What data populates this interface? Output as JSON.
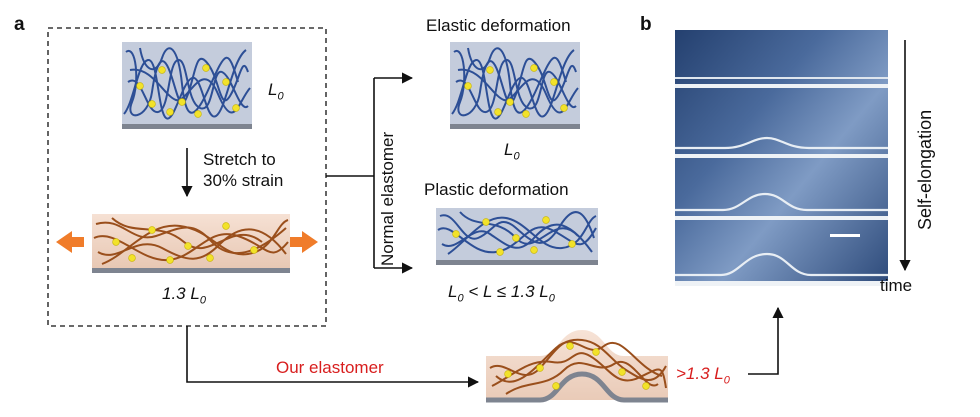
{
  "panel_a": {
    "letter": "a",
    "l0_label": "L",
    "l0_sub": "0",
    "stretch_line1": "Stretch to",
    "stretch_line2": "30% strain",
    "stretched_label": "1.3 L",
    "stretched_sub": "0",
    "branch_label": "Normal elastomer",
    "elastic_title": "Elastic deformation",
    "elastic_l0": "L",
    "elastic_l0_sub": "0",
    "plastic_title": "Plastic deformation",
    "plastic_range_a": "L",
    "plastic_range_a_sub": "0",
    "plastic_range_b": " < L ≤ 1.3 L",
    "plastic_range_b_sub": "0",
    "our_label": "Our elastomer",
    "our_result": ">1.3 L",
    "our_result_sub": "0"
  },
  "panel_b": {
    "letter": "b",
    "axis_label": "Self-elongation",
    "time_label": "time"
  },
  "colors": {
    "blue_chain": "#2d4f96",
    "brown_chain": "#9a4f1c",
    "crosslink": "#f2e22a",
    "arrow_orange": "#f07c2a",
    "red_text": "#d81e1e",
    "photo_blue": "#4a6a9c"
  }
}
